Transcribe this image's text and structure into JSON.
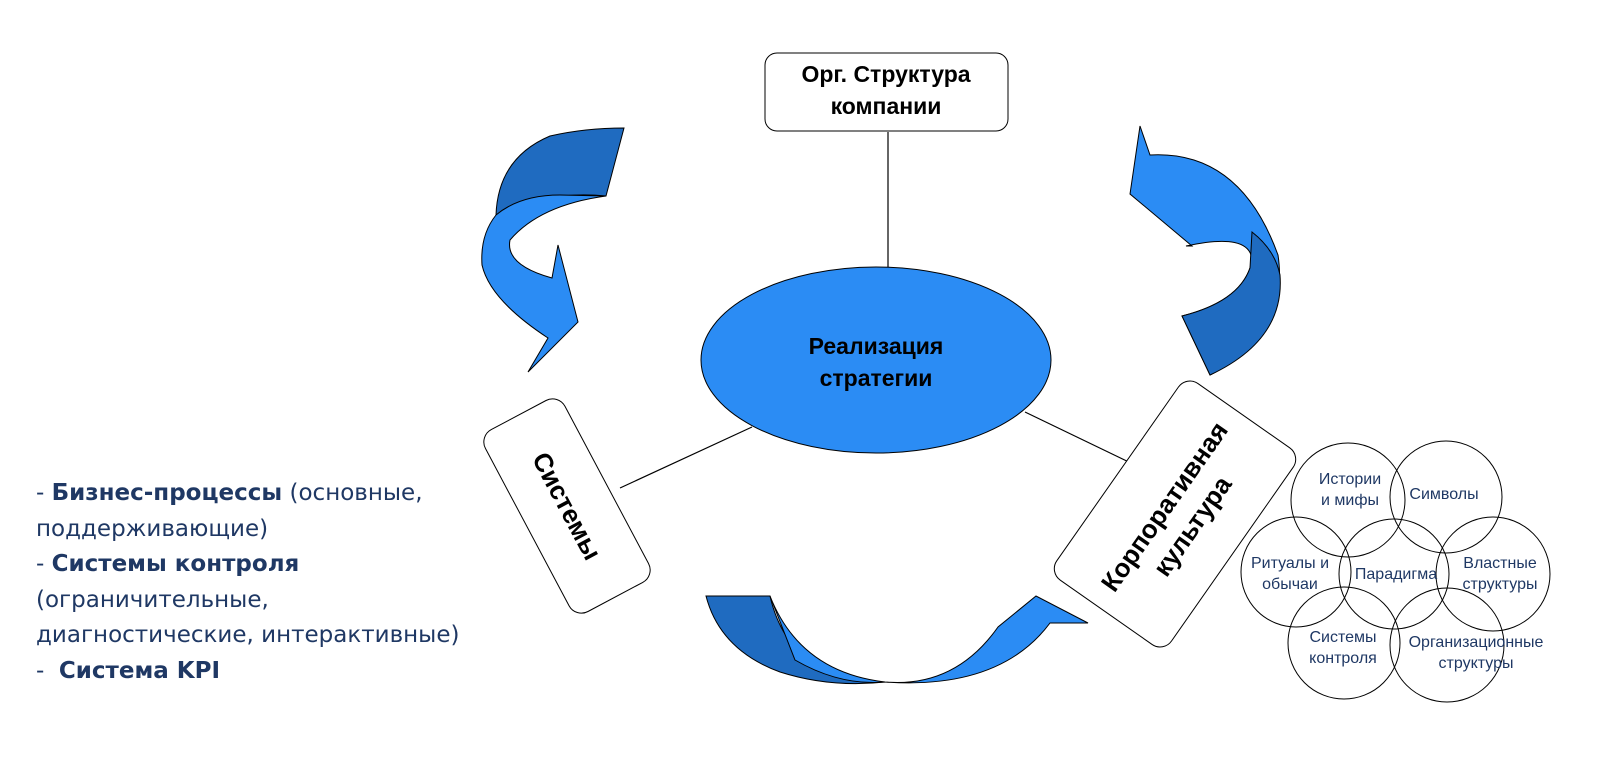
{
  "diagram": {
    "center": [
      "Реализация",
      "стратегии"
    ],
    "org_structure": [
      "Орг. Структура",
      "компании"
    ],
    "systems": "Системы",
    "culture": [
      "Корпоративная",
      "культура"
    ]
  },
  "culture_web": {
    "stories": [
      "Истории",
      "и мифы"
    ],
    "symbols": "Символы",
    "rituals": [
      "Ритуалы и",
      "обычаи"
    ],
    "paradigm": "Парадигма",
    "power": [
      "Властные",
      "структуры"
    ],
    "control": [
      "Системы",
      "контроля"
    ],
    "org": [
      "Организационные",
      "структуры"
    ]
  },
  "bullets": {
    "item1_dash": "- ",
    "item1_bold": "Бизнес-процессы",
    "item1_rest": " (основные,",
    "item1_line2": "поддерживающие)",
    "item2_dash": "- ",
    "item2_bold": "Системы контроля",
    "item2_line2": "(ограничительные,",
    "item2_line3": "диагностические, интерактивные)",
    "item3_dash": "-  ",
    "item3_bold": "Система KPI"
  },
  "colors": {
    "arrow_light": "#2b8cf4",
    "arrow_dark": "#1f6bc0",
    "ellipse": "#2b8cf4",
    "bullet_text": "#1f3864"
  }
}
